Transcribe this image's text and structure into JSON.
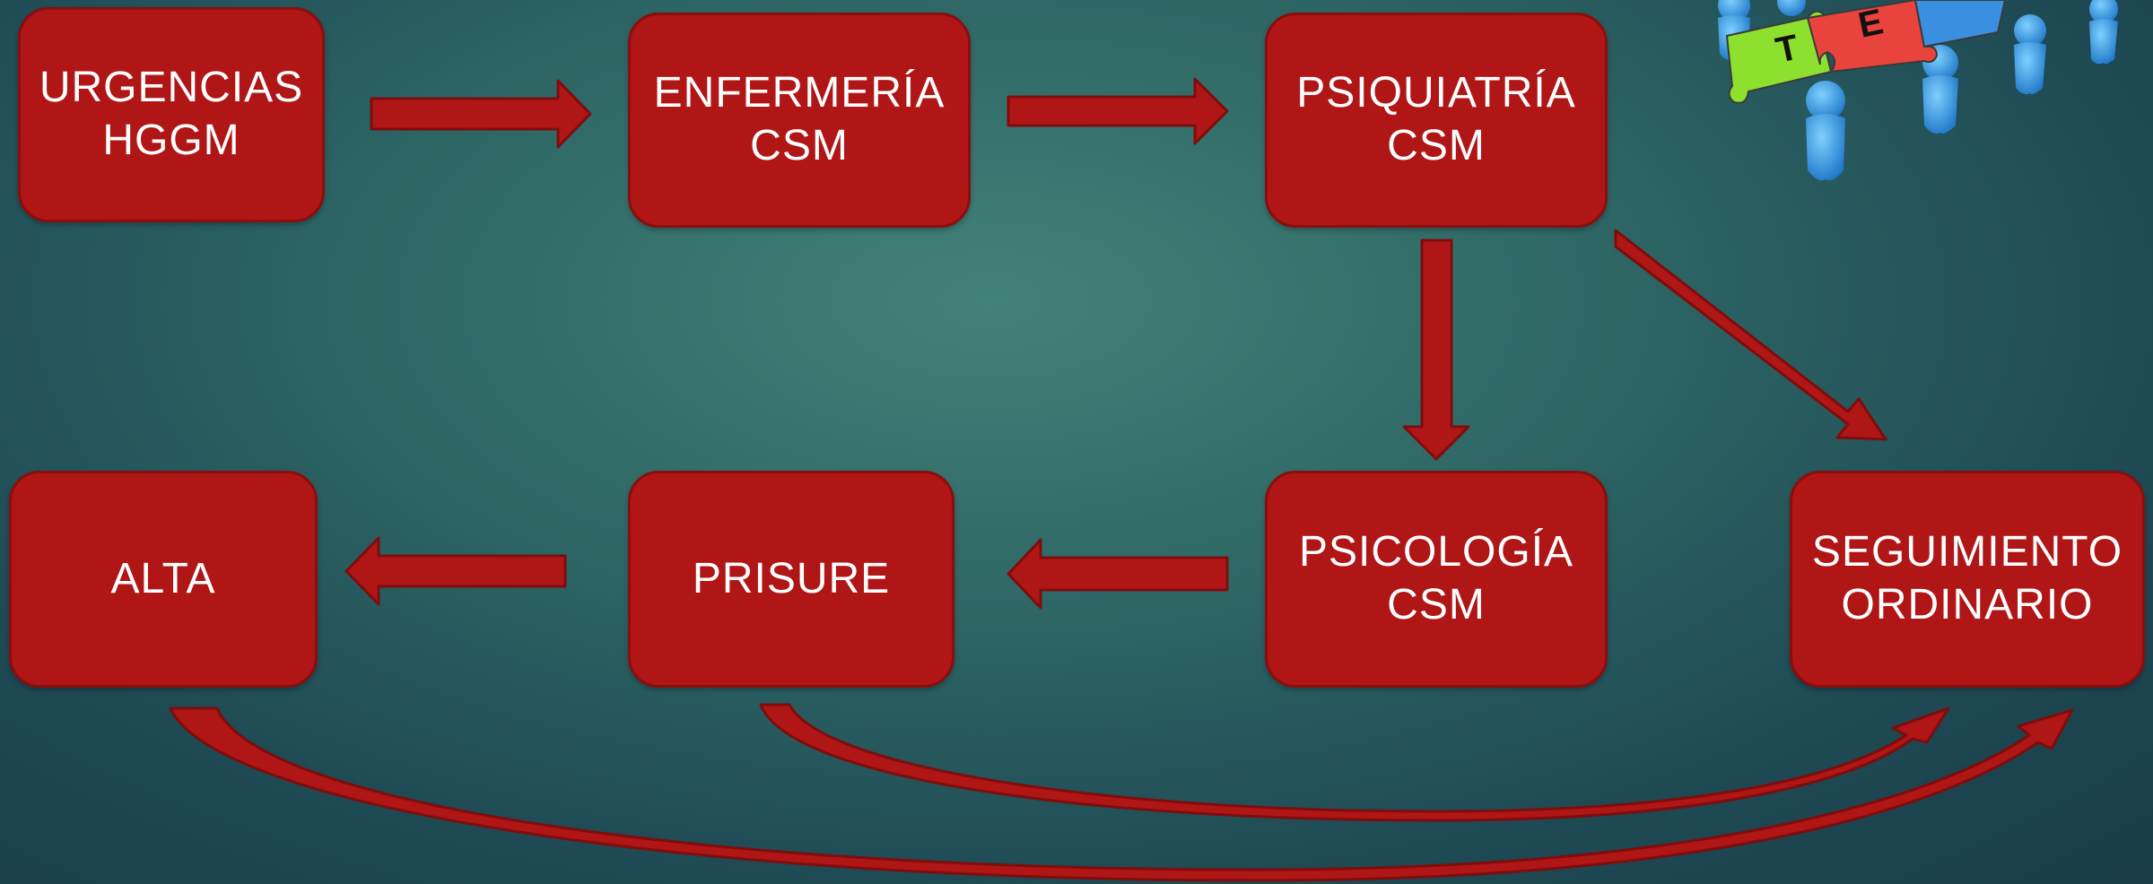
{
  "diagram": {
    "nodes": {
      "urgencias": {
        "label": "URGENCIAS\nHGGM"
      },
      "enfermeria": {
        "label": "ENFERMERÍA\nCSM"
      },
      "psiquiatria": {
        "label": "PSIQUIATRÍA\nCSM"
      },
      "psicologia": {
        "label": "PSICOLOGÍA\nCSM"
      },
      "prisure": {
        "label": "PRISURE"
      },
      "alta": {
        "label": "ALTA"
      },
      "seguimiento": {
        "label": "SEGUIMIENTO\nORDINARIO"
      }
    },
    "edges": [
      {
        "from": "URGENCIAS HGGM",
        "to": "ENFERMERÍA CSM"
      },
      {
        "from": "ENFERMERÍA CSM",
        "to": "PSIQUIATRÍA CSM"
      },
      {
        "from": "PSIQUIATRÍA CSM",
        "to": "PSICOLOGÍA CSM"
      },
      {
        "from": "PSIQUIATRÍA CSM",
        "to": "SEGUIMIENTO ORDINARIO"
      },
      {
        "from": "PSICOLOGÍA CSM",
        "to": "PRISURE"
      },
      {
        "from": "PRISURE",
        "to": "ALTA"
      },
      {
        "from": "PRISURE",
        "to": "SEGUIMIENTO ORDINARIO"
      },
      {
        "from": "ALTA",
        "to": "SEGUIMIENTO ORDINARIO"
      }
    ]
  },
  "colors": {
    "node_fill": "#b01616",
    "node_border": "#8a0e0e",
    "arrow_fill": "#b01616",
    "background": "#2f6866"
  },
  "logo": {
    "icon": "puzzle-team-icon",
    "letters": [
      "T",
      "E"
    ]
  }
}
